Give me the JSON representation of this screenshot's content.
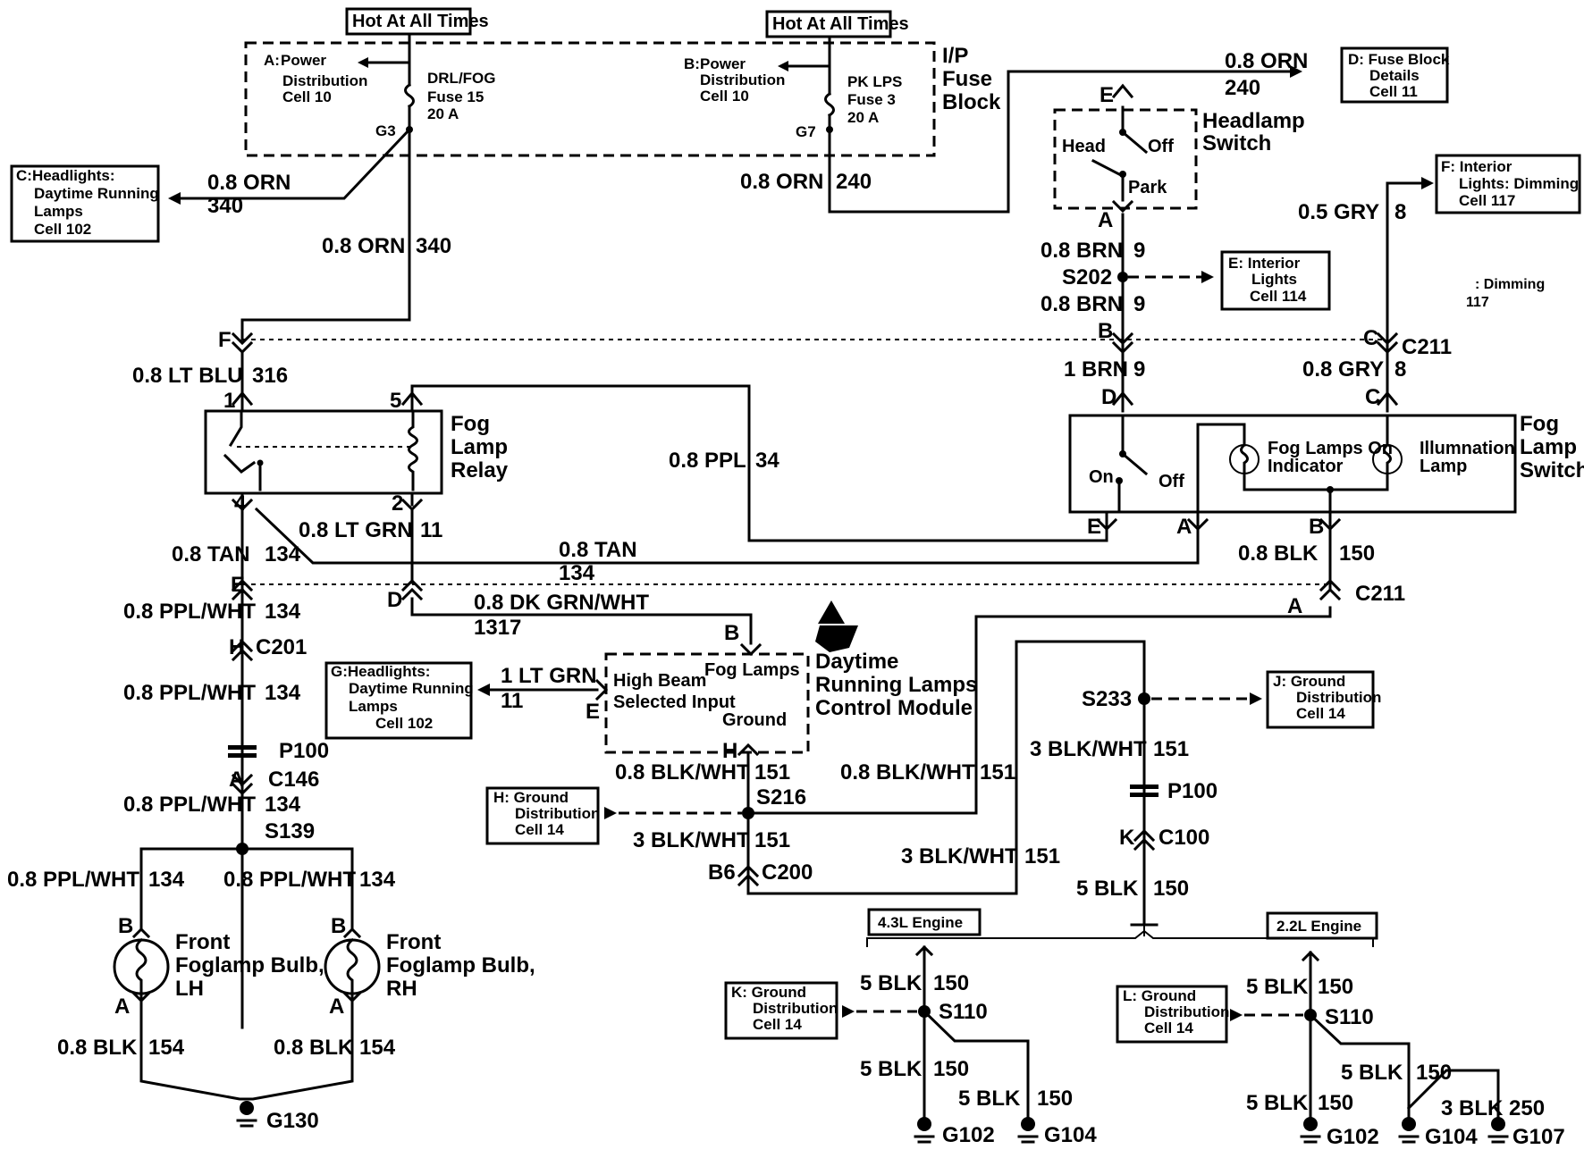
{
  "labels": {
    "hot_left": "Hot At All Times",
    "hot_right": "Hot At All Times",
    "pd_a_1": "Power",
    "pd_a_2": "Distribution",
    "pd_a_3": "Cell 10",
    "pd_a_letter": "A:",
    "pd_b_1": "Power",
    "pd_b_2": "Distribution",
    "pd_b_3": "Cell 10",
    "pd_b_letter": "B:",
    "fuse15_1": "DRL/FOG",
    "fuse15_2": "Fuse 15",
    "fuse15_3": "20 A",
    "fuse3_1": "PK LPS",
    "fuse3_2": "Fuse 3",
    "fuse3_3": "20 A",
    "g3": "G3",
    "g7": "G7",
    "ip_1": "I/P",
    "ip_2": "Fuse",
    "ip_3": "Block",
    "fbd_1": "D: Fuse Block",
    "fbd_2": "Details",
    "fbd_3": "Cell 11",
    "w_orn_240_top": "0.8 ORN",
    "w_240_top": "240",
    "e_hs": "E",
    "hs_1": "Headlamp",
    "hs_2": "Switch",
    "hs_head": "Head",
    "hs_off": "Off",
    "hs_park": "Park",
    "c_hl_1": "C:Headlights:",
    "c_hl_2": "Daytime Running",
    "c_hl_3": "Lamps",
    "c_hl_4": "Cell 102",
    "w_orn_340a": "0.8 ORN",
    "w_340a": "340",
    "w_orn_240_mid": "0.8 ORN",
    "w_240_mid": "240",
    "w_orn_340b": "0.8 ORN",
    "w_340b": "340",
    "a_hs": "A",
    "w_brn9a": "0.8 BRN",
    "w_9a": "9",
    "s202": "S202",
    "w_brn9b": "0.8 BRN",
    "w_9b": "9",
    "eil_1": "E: Interior",
    "eil_2": "Lights",
    "eil_3": "Cell 114",
    "fil_1": "F: Interior",
    "fil_2": "Lights: Dimming",
    "fil_3": "Cell 117",
    "w_gry8a": "0.5 GRY",
    "w_8a": "8",
    "dim_1": ": Dimming",
    "dim_2": "117",
    "f_conn": "F",
    "b_conn": "B",
    "c_conn": "C",
    "c211a": "C211",
    "w_ltblu": "0.8 LT BLU",
    "w_316": "316",
    "pin1": "1",
    "pin5": "5",
    "fr_1": "Fog",
    "fr_2": "Lamp",
    "fr_3": "Relay",
    "w_ppl34": "0.8 PPL",
    "w_34": "34",
    "w_brn9c": "1 BRN",
    "w_9c": "9",
    "d_fs": "D",
    "w_gry8b": "0.8 GRY",
    "w_8b": "8",
    "c_fs": "C",
    "fs_1": "Fog",
    "fs_2": "Lamp",
    "fs_3": "Switch",
    "fs_ind_1": "Fog Lamps On",
    "fs_ind_2": "Indicator",
    "fs_ill_1": "Illumnation",
    "fs_ill_2": "Lamp",
    "fs_on": "On",
    "fs_off": "Off",
    "pin4": "4",
    "pin2": "2",
    "w_ltgrn11": "0.8 LT GRN",
    "w_11a": "11",
    "e_fs": "E",
    "a_fs": "A",
    "b_fs": "B",
    "w_tan_a": "0.8 TAN",
    "w_134a": "134",
    "w_tan_b": "0.8 TAN",
    "w_134b": "134",
    "w_blk150a": "0.8 BLK",
    "w_150a": "150",
    "e_c211": "E",
    "d_c211": "D",
    "c211b": "C211",
    "a_c211": "A",
    "w_dkgrn": "0.8 DK GRN/WHT",
    "w_1317": "1317",
    "w_pplwht1": "0.8 PPL/WHT",
    "w_134c": "134",
    "h_c201": "H",
    "c201": "C201",
    "b_drl": "B",
    "drl_1": "Daytime",
    "drl_2": "Running Lamps",
    "drl_3": "Control Module",
    "drl_fog": "Fog Lamps",
    "drl_hb1": "High Beam",
    "drl_hb2": "Selected Input",
    "drl_gnd": "Ground",
    "g_hl_1": "G:Headlights:",
    "g_hl_2": "Daytime Running",
    "g_hl_3": "Lamps",
    "g_hl_4": "Cell 102",
    "w_ltgrn1": "1 LT GRN",
    "w_11b": "11",
    "e_drl": "E",
    "w_pplwht2": "0.8 PPL/WHT",
    "w_134d": "134",
    "p100a": "P100",
    "a_c146": "A",
    "c146": "C146",
    "w_pplwht3": "0.8 PPL/WHT",
    "w_134e": "134",
    "s139": "S139",
    "h_drl": "H",
    "w_blkwht1": "0.8 BLK/WHT",
    "w_151a": "151",
    "s216": "S216",
    "w_blkwht2": "0.8 BLK/WHT",
    "w_151b": "151",
    "s233": "S233",
    "j_1": "J:  Ground",
    "j_2": "Distribution",
    "j_3": "Cell 14",
    "w_blkwht3": "3 BLK/WHT",
    "w_151c": "151",
    "p100b": "P100",
    "h_gnd_1": "H: Ground",
    "h_gnd_2": "Distribution",
    "h_gnd_3": "Cell 14",
    "w_blkwht4": "3 BLK/WHT",
    "w_151d": "151",
    "b6": "B6",
    "c200": "C200",
    "w_blkwht5": "3 BLK/WHT",
    "w_151e": "151",
    "k_c100": "K",
    "c100": "C100",
    "w_blk5": "5 BLK",
    "w_150b": "150",
    "w_pplwht4": "0.8 PPL/WHT",
    "w_134f": "134",
    "w_pplwht5": "0.8 PPL/WHT",
    "w_134g": "134",
    "bl_b": "B",
    "br_b": "B",
    "bl_1": "Front",
    "bl_2": "Foglamp Bulb,",
    "bl_3": "LH",
    "br_1": "Front",
    "br_2": "Foglamp Bulb,",
    "br_3": "RH",
    "bl_a": "A",
    "br_a": "A",
    "w_blk154a": "0.8 BLK",
    "w_154a": "154",
    "w_blk154b": "0.8 BLK",
    "w_154b": "154",
    "g130": "G130",
    "eng43": "4.3L Engine",
    "eng22": "2.2L Engine",
    "k_1": "K: Ground",
    "k_2": "Distribution",
    "k_3": "Cell 14",
    "l_1": "L: Ground",
    "l_2": "Distribution",
    "l_3": "Cell 14",
    "w_blk150c": "5 BLK",
    "w_150c": "150",
    "s110a": "S110",
    "w_blk150d": "5 BLK",
    "w_150d": "150",
    "w_blk150e": "5 BLK",
    "w_150e": "150",
    "g102a": "G102",
    "g104a": "G104",
    "w_blk150f": "5 BLK",
    "w_150f": "150",
    "s110b": "S110",
    "w_blk150g": "5 BLK",
    "w_150g": "150",
    "w_blk150h": "5 BLK",
    "w_150h": "150",
    "w_blk250": "3 BLK",
    "w_250": "250",
    "g102b": "G102",
    "g104b": "G104",
    "g107": "G107"
  }
}
